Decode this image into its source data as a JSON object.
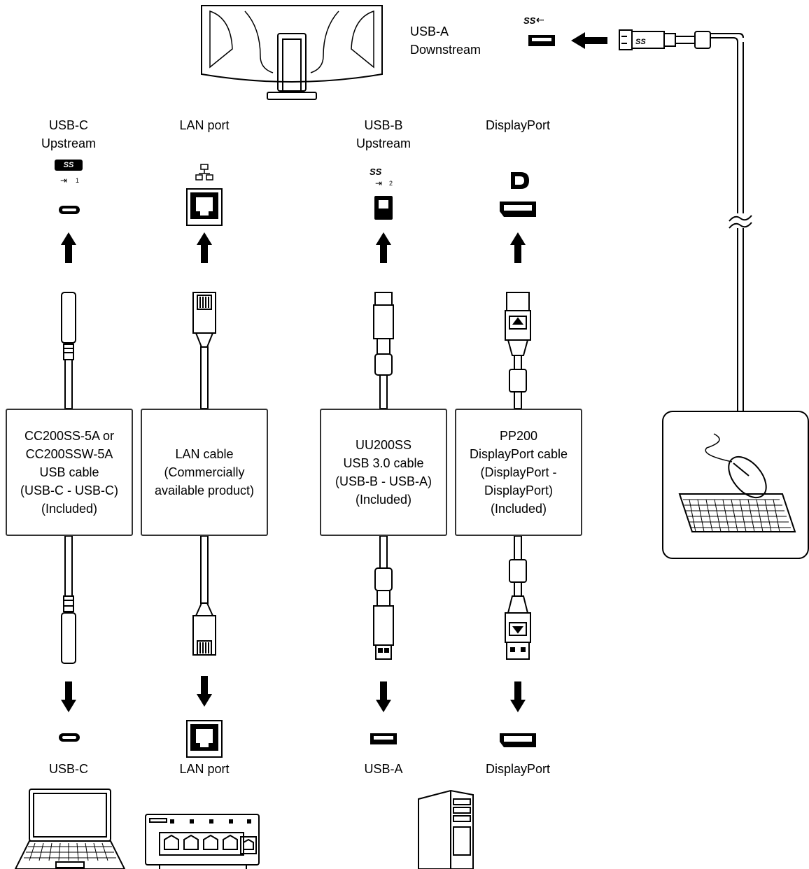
{
  "monitor": {
    "usb_a_downstream": "USB-A\nDownstream"
  },
  "top_ports": {
    "usb_c_upstream": "USB-C\nUpstream",
    "lan_port": "LAN port",
    "usb_b_upstream": "USB-B\nUpstream",
    "displayport": "DisplayPort",
    "usb_c_index": "1",
    "usb_b_index": "2",
    "ss_logo": "SS"
  },
  "cables": {
    "usb_c": "CC200SS-5A or\nCC200SSW-5A\nUSB cable\n(USB-C - USB-C)\n(Included)",
    "lan": "LAN cable\n(Commercially\navailable product)",
    "usb_b": "UU200SS\nUSB 3.0 cable\n(USB-B - USB-A)\n(Included)",
    "displayport": "PP200\nDisplayPort cable\n(DisplayPort -\nDisplayPort)\n(Included)"
  },
  "bottom_ports": {
    "usb_c": "USB-C",
    "lan_port": "LAN port",
    "usb_a": "USB-A",
    "displayport": "DisplayPort"
  },
  "devices": [
    "laptop-icon",
    "network-switch-icon",
    "pc-tower-icon",
    "keyboard-mouse-icon"
  ]
}
